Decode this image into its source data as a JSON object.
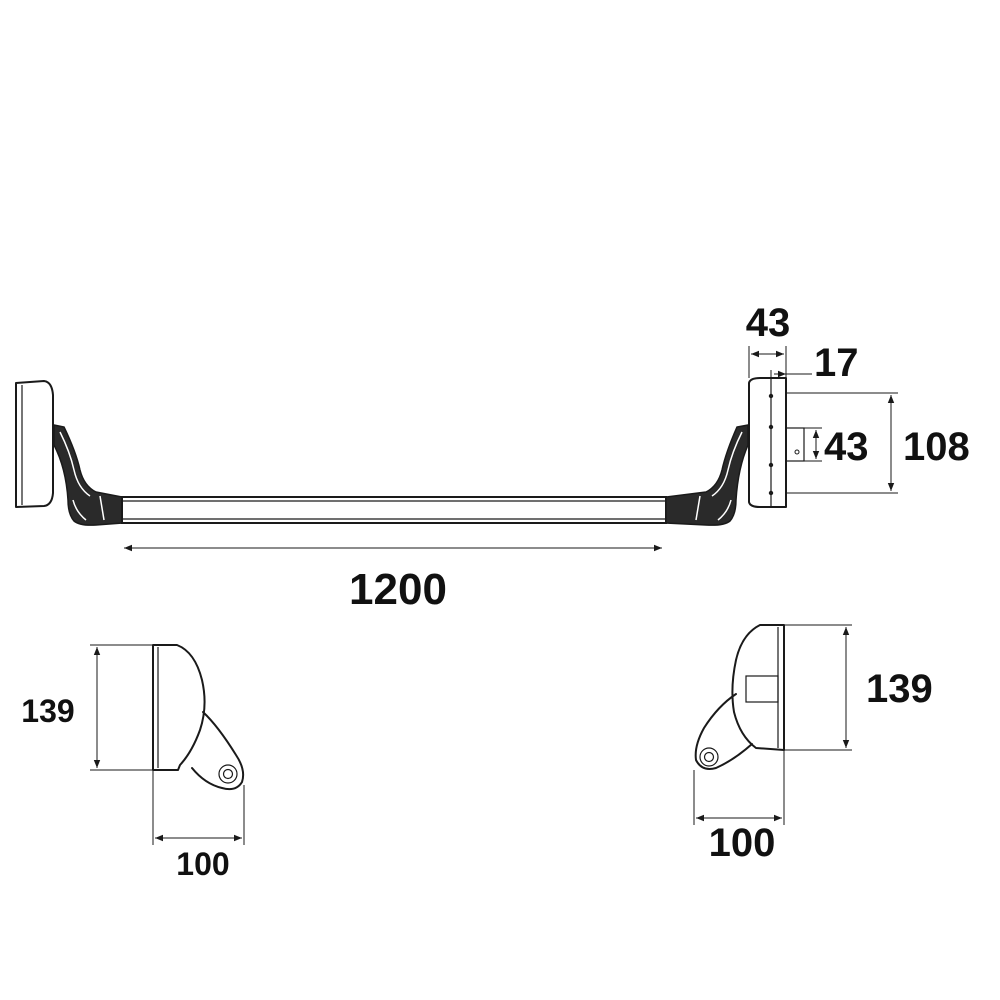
{
  "dimensions": {
    "bar_length": "1200",
    "case_depth": "43",
    "case_offset": "17",
    "strike_height": "43",
    "case_height": "108",
    "left_profile_height": "139",
    "left_profile_width": "100",
    "right_profile_height": "139",
    "right_profile_width": "100"
  },
  "colors": {
    "line": "#1a1a1a",
    "background": "#ffffff"
  }
}
